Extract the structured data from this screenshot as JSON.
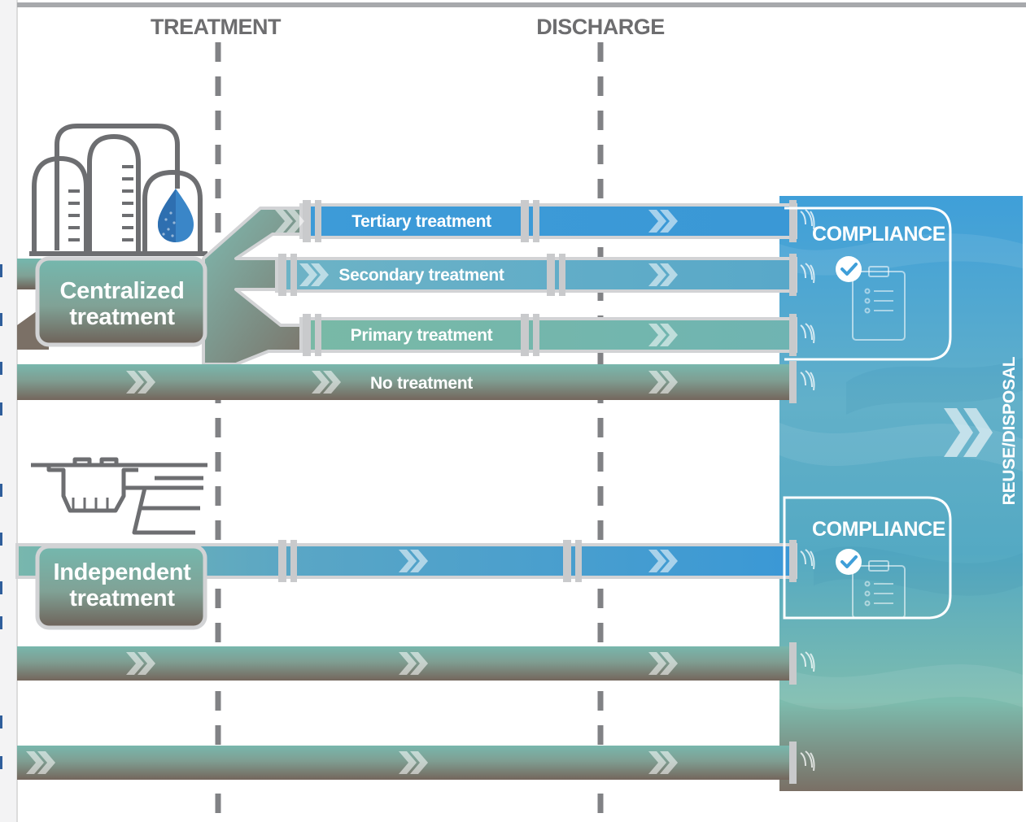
{
  "stages": {
    "treatment": "TREATMENT",
    "discharge": "DISCHARGE"
  },
  "boxes": {
    "centralized": [
      "Centralized",
      "treatment"
    ],
    "independent": [
      "Independent",
      "treatment"
    ]
  },
  "pipes": {
    "tertiary": "Tertiary treatment",
    "secondary": "Secondary treatment",
    "primary": "Primary treatment",
    "none": "No treatment"
  },
  "compliance": {
    "top": "COMPLIANCE",
    "bottom": "COMPLIANCE"
  },
  "reuse": "REUSE/DISPOSAL",
  "colors": {
    "stage_text": "#6d6d6f",
    "pipe_blue": "#3a9ad9",
    "pipe_teal": "#6bb3b0",
    "pipe_brown": "#7a6e64",
    "water_blue": "#4aa7d8",
    "outline_gray": "#d2d3d5"
  },
  "icons": {
    "centralized": "treatment-plant-tanks-icon",
    "independent": "septic-system-icon",
    "compliance": "clipboard-check-icon",
    "outfall": "outfall-icon",
    "flow": "chevron-right-icon"
  }
}
